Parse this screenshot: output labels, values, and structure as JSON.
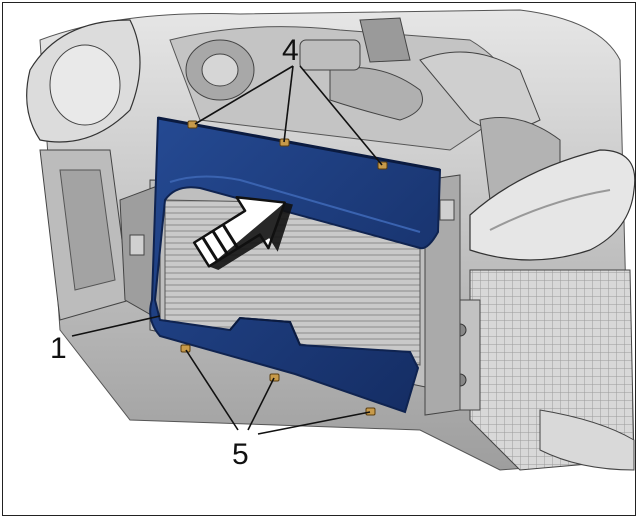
{
  "callouts": {
    "part_1": "1",
    "part_4": "4",
    "part_5": "5"
  },
  "icons": {
    "direction_arrow": "arrow-icon"
  },
  "colors": {
    "shroud": "#1b3a78",
    "shroud_edge": "#0f2350",
    "fastener": "#c79a4a",
    "engine_gray": "#b9b9b9",
    "line": "#111111"
  }
}
